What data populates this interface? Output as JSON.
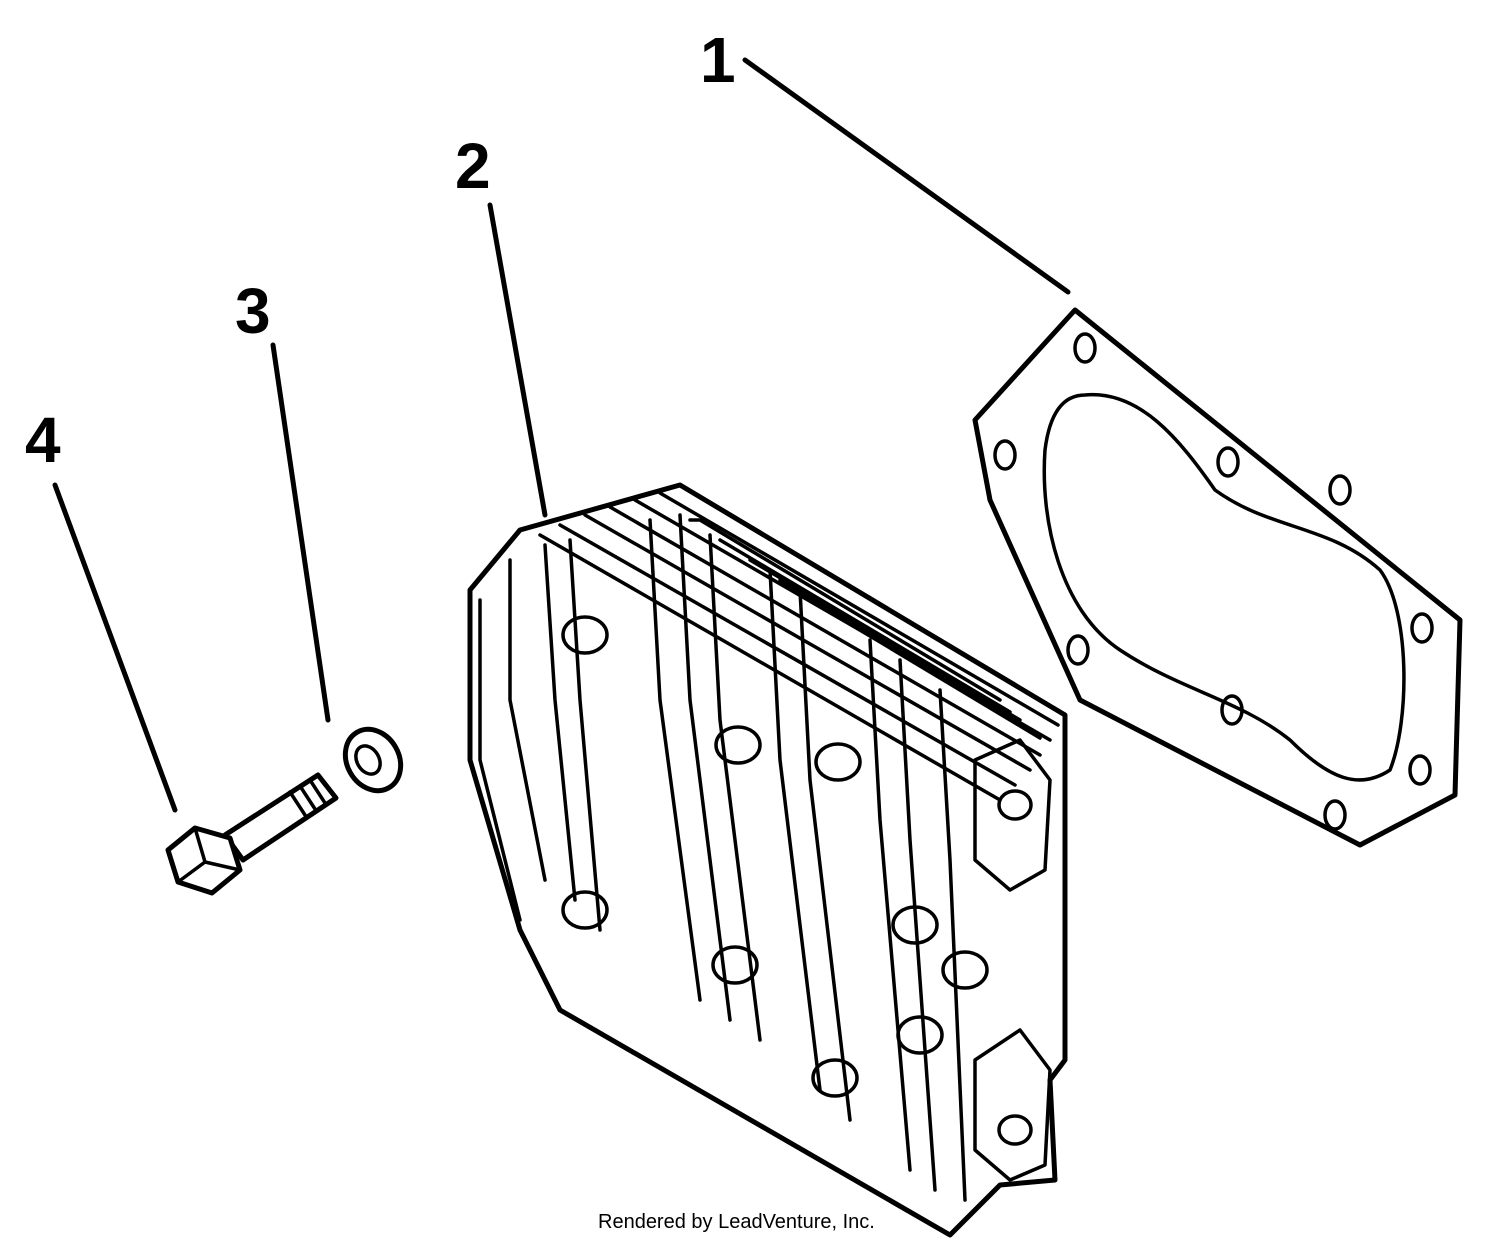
{
  "callouts": [
    {
      "id": "1",
      "label": "1"
    },
    {
      "id": "2",
      "label": "2"
    },
    {
      "id": "3",
      "label": "3"
    },
    {
      "id": "4",
      "label": "4"
    }
  ],
  "credit": "Rendered by LeadVenture, Inc.",
  "colors": {
    "ink": "#000000",
    "paper": "#ffffff"
  }
}
